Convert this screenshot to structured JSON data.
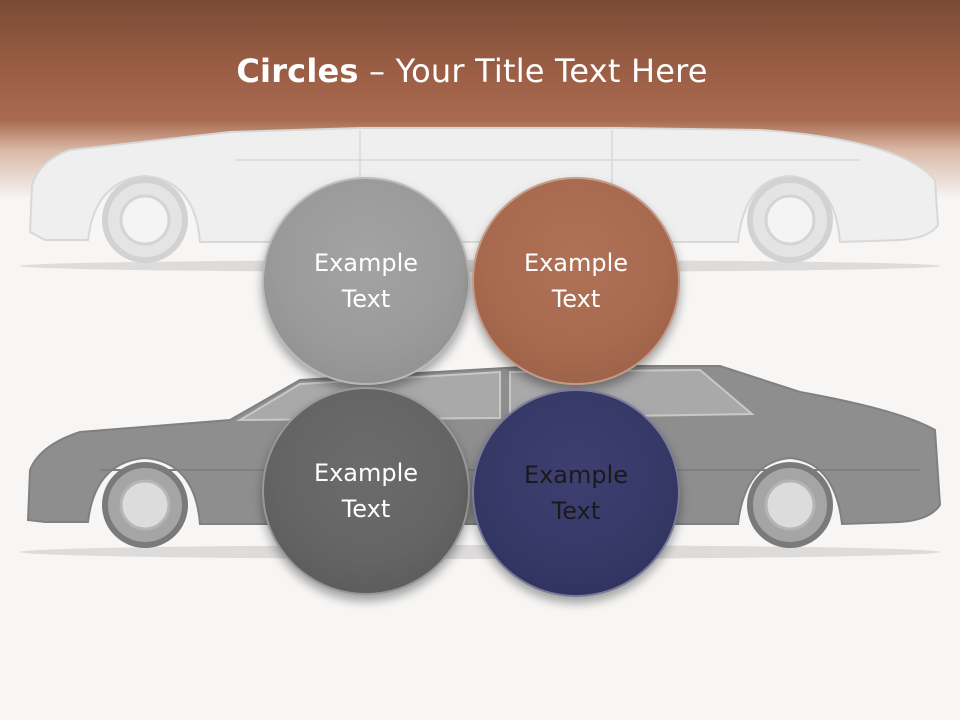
{
  "slide": {
    "title_bold": "Circles",
    "title_rest": " – Your Title Text Here"
  },
  "circles": [
    {
      "text": "Example Text",
      "color": "#9a9a9a"
    },
    {
      "text": "Example Text",
      "color": "#a76a4f"
    },
    {
      "text": "Example Text",
      "color": "#646464"
    },
    {
      "text": "Example Text",
      "color": "#363866"
    }
  ],
  "background": {
    "top_car_color": "#e0e0e0",
    "bottom_car_color": "#8c8c8c"
  }
}
